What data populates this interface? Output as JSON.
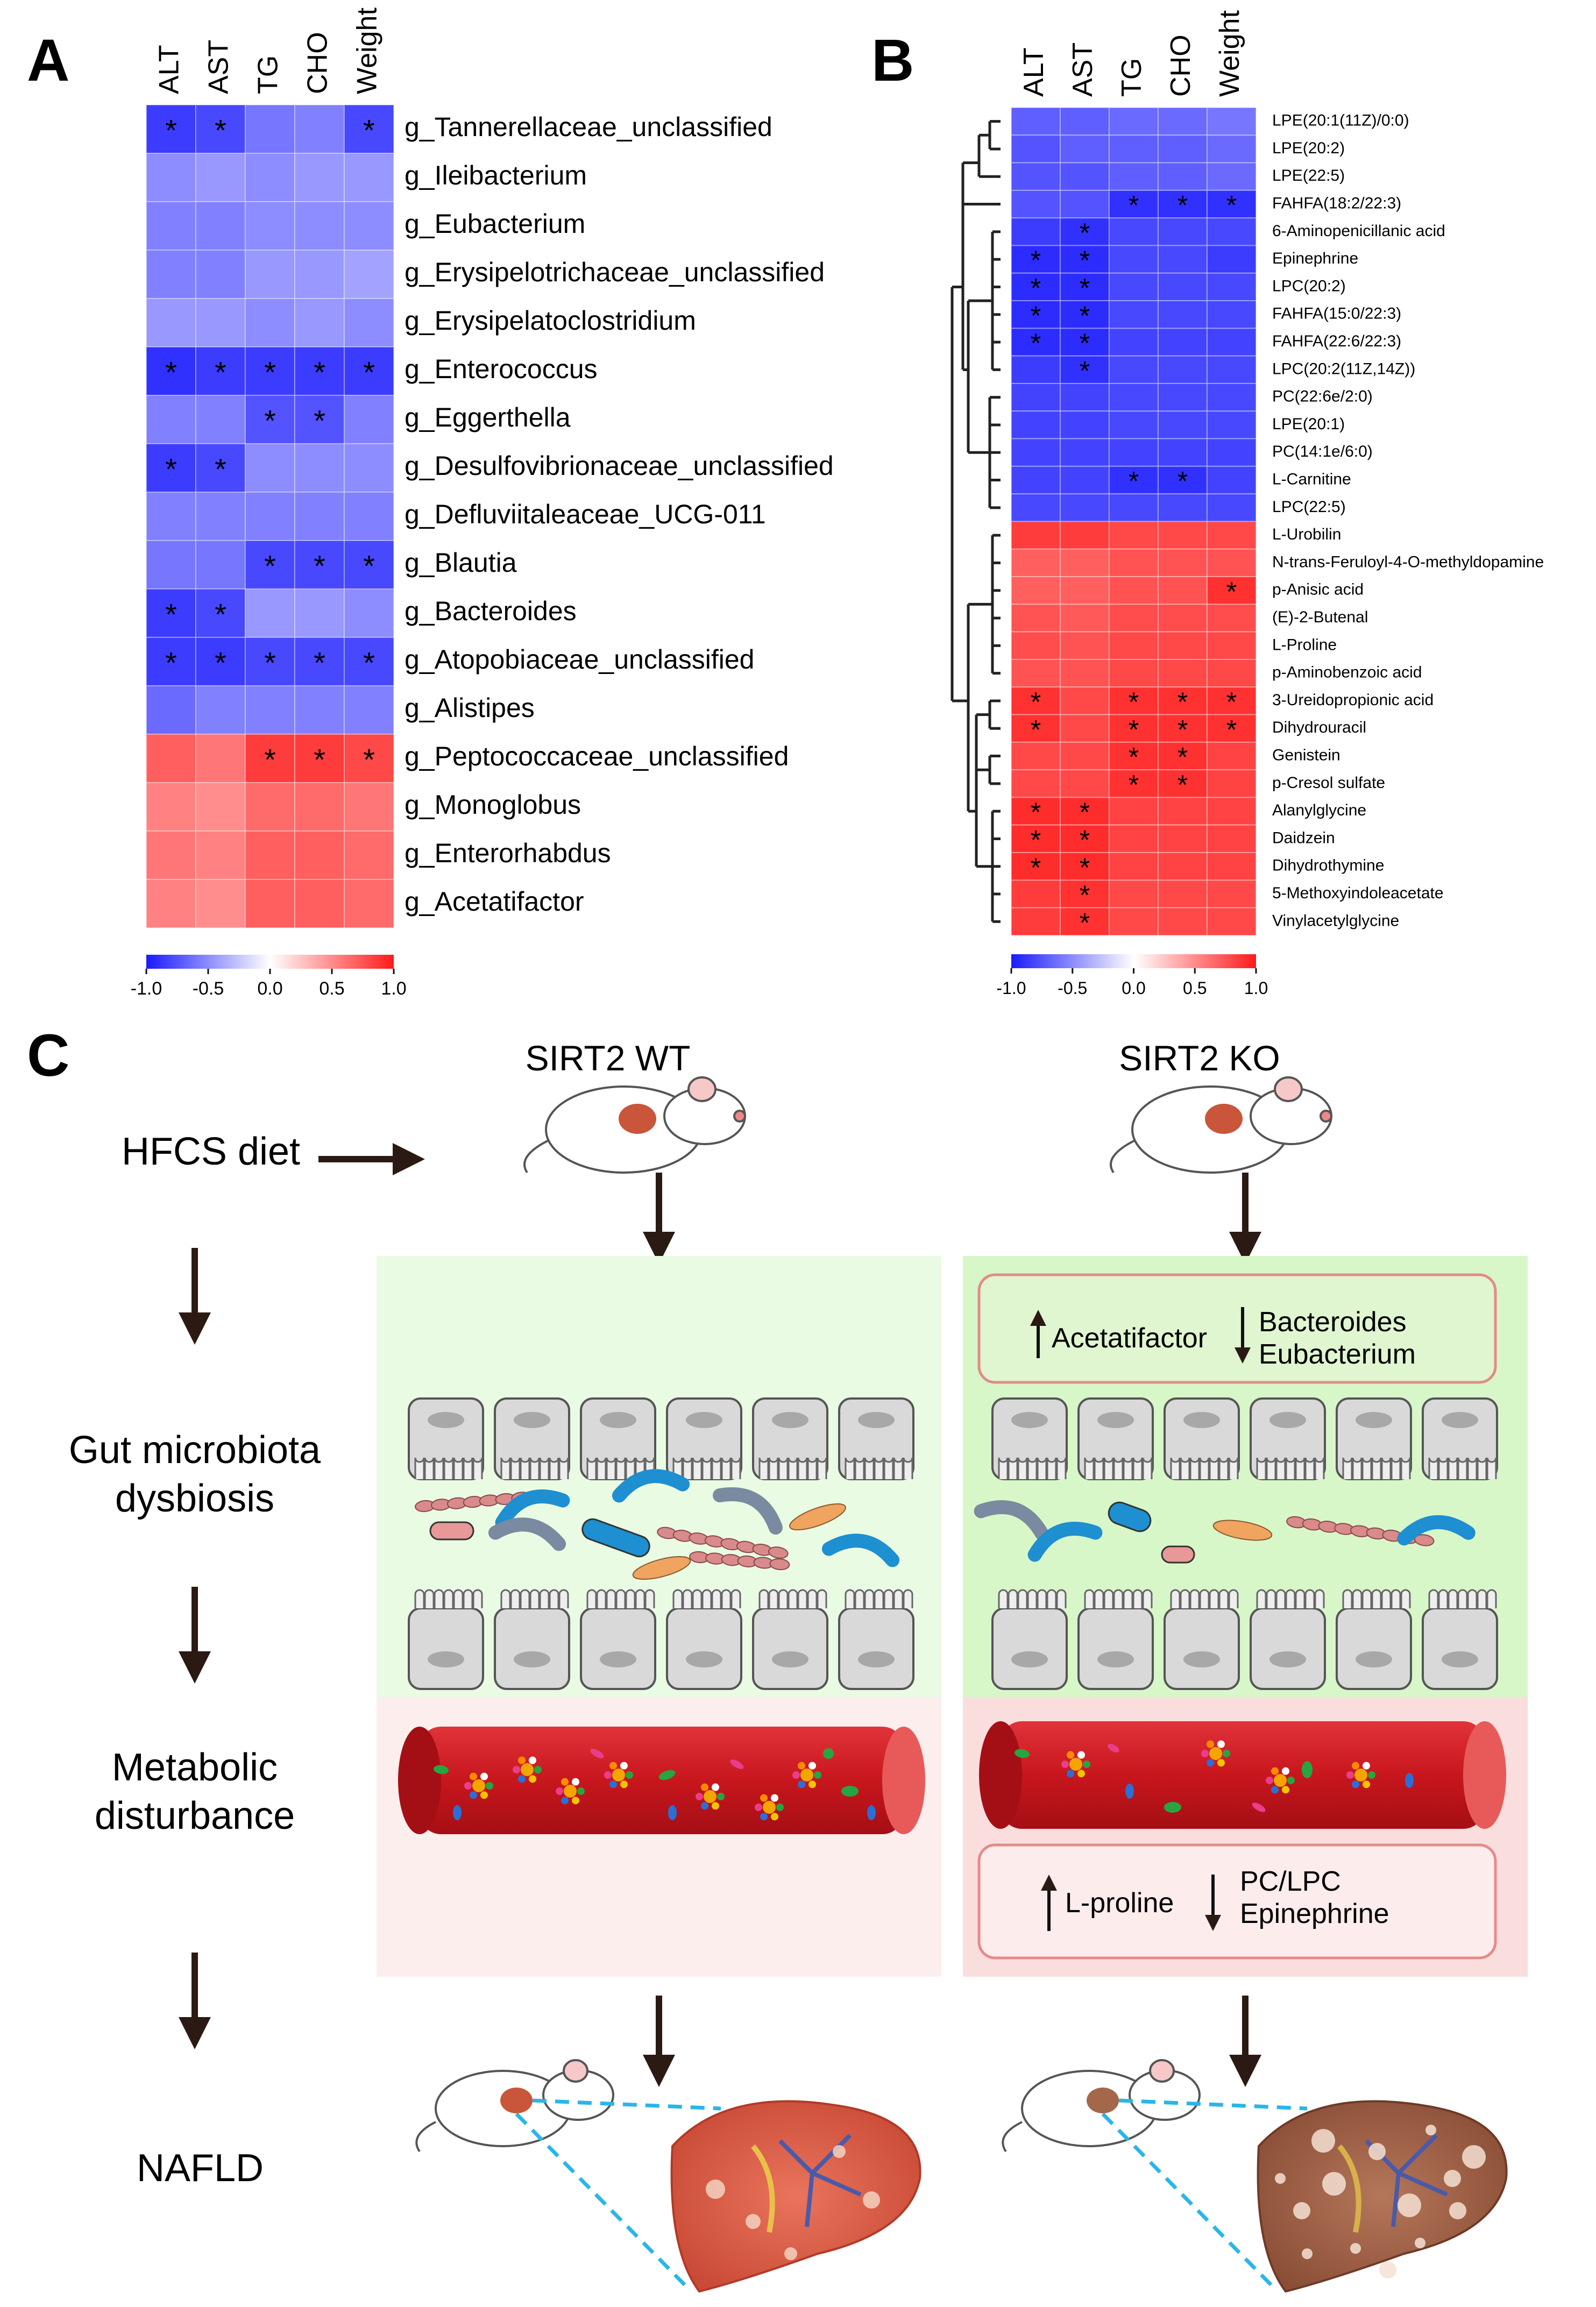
{
  "panels": {
    "A": {
      "letter": "A",
      "columns": [
        "ALT",
        "AST",
        "TG",
        "CHO",
        "Weight"
      ],
      "rows": [
        {
          "label": "g_Tannerellaceae_unclassified",
          "values": [
            -0.85,
            -0.8,
            -0.6,
            -0.55,
            -0.8
          ],
          "sig": [
            1,
            1,
            0,
            0,
            1
          ]
        },
        {
          "label": "g_Ileibacterium",
          "values": [
            -0.5,
            -0.45,
            -0.5,
            -0.45,
            -0.45
          ],
          "sig": [
            0,
            0,
            0,
            0,
            0
          ]
        },
        {
          "label": "g_Eubacterium",
          "values": [
            -0.55,
            -0.55,
            -0.5,
            -0.5,
            -0.5
          ],
          "sig": [
            0,
            0,
            0,
            0,
            0
          ]
        },
        {
          "label": "g_Erysipelotrichaceae_unclassified",
          "values": [
            -0.55,
            -0.55,
            -0.45,
            -0.45,
            -0.4
          ],
          "sig": [
            0,
            0,
            0,
            0,
            0
          ]
        },
        {
          "label": "g_Erysipelatoclostridium",
          "values": [
            -0.45,
            -0.45,
            -0.5,
            -0.45,
            -0.5
          ],
          "sig": [
            0,
            0,
            0,
            0,
            0
          ]
        },
        {
          "label": "g_Enterococcus",
          "values": [
            -0.9,
            -0.85,
            -0.85,
            -0.85,
            -0.85
          ],
          "sig": [
            1,
            1,
            1,
            1,
            1
          ]
        },
        {
          "label": "g_Eggerthella",
          "values": [
            -0.55,
            -0.55,
            -0.75,
            -0.75,
            -0.55
          ],
          "sig": [
            0,
            0,
            1,
            1,
            0
          ]
        },
        {
          "label": "g_Desulfovibrionaceae_unclassified",
          "values": [
            -0.85,
            -0.8,
            -0.5,
            -0.5,
            -0.5
          ],
          "sig": [
            1,
            1,
            0,
            0,
            0
          ]
        },
        {
          "label": "g_Defluviitaleaceae_UCG-011",
          "values": [
            -0.55,
            -0.55,
            -0.55,
            -0.55,
            -0.55
          ],
          "sig": [
            0,
            0,
            0,
            0,
            0
          ]
        },
        {
          "label": "g_Blautia",
          "values": [
            -0.6,
            -0.6,
            -0.8,
            -0.8,
            -0.8
          ],
          "sig": [
            0,
            0,
            1,
            1,
            1
          ]
        },
        {
          "label": "g_Bacteroides",
          "values": [
            -0.85,
            -0.8,
            -0.45,
            -0.45,
            -0.5
          ],
          "sig": [
            1,
            1,
            0,
            0,
            0
          ]
        },
        {
          "label": "g_Atopobiaceae_unclassified",
          "values": [
            -0.85,
            -0.85,
            -0.8,
            -0.8,
            -0.8
          ],
          "sig": [
            1,
            1,
            1,
            1,
            1
          ]
        },
        {
          "label": "g_Alistipes",
          "values": [
            -0.65,
            -0.55,
            -0.55,
            -0.55,
            -0.55
          ],
          "sig": [
            0,
            0,
            0,
            0,
            0
          ]
        },
        {
          "label": "g_Peptococcaceae_unclassified",
          "values": [
            0.7,
            0.6,
            0.85,
            0.85,
            0.8
          ],
          "sig": [
            0,
            0,
            1,
            1,
            1
          ]
        },
        {
          "label": "g_Monoglobus",
          "values": [
            0.55,
            0.5,
            0.65,
            0.65,
            0.6
          ],
          "sig": [
            0,
            0,
            0,
            0,
            0
          ]
        },
        {
          "label": "g_Enterorhabdus",
          "values": [
            0.6,
            0.55,
            0.7,
            0.7,
            0.65
          ],
          "sig": [
            0,
            0,
            0,
            0,
            0
          ]
        },
        {
          "label": "g_Acetatifactor",
          "values": [
            0.55,
            0.5,
            0.7,
            0.7,
            0.65
          ],
          "sig": [
            0,
            0,
            0,
            0,
            0
          ]
        }
      ],
      "scale": {
        "ticks": [
          "-1.0",
          "-0.5",
          "0.0",
          "0.5",
          "1.0"
        ]
      }
    },
    "B": {
      "letter": "B",
      "columns": [
        "ALT",
        "AST",
        "TG",
        "CHO",
        "Weight"
      ],
      "rows": [
        {
          "label": "LPE(20:1(11Z)/0:0)",
          "values": [
            -0.7,
            -0.7,
            -0.65,
            -0.65,
            -0.6
          ],
          "sig": [
            0,
            0,
            0,
            0,
            0
          ]
        },
        {
          "label": "LPE(20:2)",
          "values": [
            -0.75,
            -0.7,
            -0.7,
            -0.7,
            -0.65
          ],
          "sig": [
            0,
            0,
            0,
            0,
            0
          ]
        },
        {
          "label": "LPE(22:5)",
          "values": [
            -0.75,
            -0.75,
            -0.7,
            -0.7,
            -0.65
          ],
          "sig": [
            0,
            0,
            0,
            0,
            0
          ]
        },
        {
          "label": "FAHFA(18:2/22:3)",
          "values": [
            -0.75,
            -0.75,
            -0.9,
            -0.9,
            -0.9
          ],
          "sig": [
            0,
            0,
            1,
            1,
            1
          ]
        },
        {
          "label": "6-Aminopenicillanic acid",
          "values": [
            -0.85,
            -0.9,
            -0.8,
            -0.8,
            -0.8
          ],
          "sig": [
            0,
            1,
            0,
            0,
            0
          ]
        },
        {
          "label": "Epinephrine",
          "values": [
            -0.92,
            -0.92,
            -0.8,
            -0.8,
            -0.85
          ],
          "sig": [
            1,
            1,
            0,
            0,
            0
          ]
        },
        {
          "label": "LPC(20:2)",
          "values": [
            -0.92,
            -0.92,
            -0.8,
            -0.8,
            -0.8
          ],
          "sig": [
            1,
            1,
            0,
            0,
            0
          ]
        },
        {
          "label": "FAHFA(15:0/22:3)",
          "values": [
            -0.92,
            -0.92,
            -0.8,
            -0.8,
            -0.8
          ],
          "sig": [
            1,
            1,
            0,
            0,
            0
          ]
        },
        {
          "label": "FAHFA(22:6/22:3)",
          "values": [
            -0.92,
            -0.92,
            -0.82,
            -0.82,
            -0.82
          ],
          "sig": [
            1,
            1,
            0,
            0,
            0
          ]
        },
        {
          "label": "LPC(20:2(11Z,14Z))",
          "values": [
            -0.85,
            -0.9,
            -0.8,
            -0.8,
            -0.8
          ],
          "sig": [
            0,
            1,
            0,
            0,
            0
          ]
        },
        {
          "label": "PC(22:6e/2:0)",
          "values": [
            -0.82,
            -0.82,
            -0.8,
            -0.8,
            -0.8
          ],
          "sig": [
            0,
            0,
            0,
            0,
            0
          ]
        },
        {
          "label": "LPE(20:1)",
          "values": [
            -0.82,
            -0.82,
            -0.8,
            -0.8,
            -0.8
          ],
          "sig": [
            0,
            0,
            0,
            0,
            0
          ]
        },
        {
          "label": "PC(14:1e/6:0)",
          "values": [
            -0.82,
            -0.82,
            -0.82,
            -0.82,
            -0.82
          ],
          "sig": [
            0,
            0,
            0,
            0,
            0
          ]
        },
        {
          "label": "L-Carnitine",
          "values": [
            -0.82,
            -0.82,
            -0.9,
            -0.9,
            -0.82
          ],
          "sig": [
            0,
            0,
            1,
            1,
            0
          ]
        },
        {
          "label": "LPC(22:5)",
          "values": [
            -0.8,
            -0.8,
            -0.8,
            -0.8,
            -0.8
          ],
          "sig": [
            0,
            0,
            0,
            0,
            0
          ]
        },
        {
          "label": "L-Urobilin",
          "values": [
            0.85,
            0.85,
            0.8,
            0.8,
            0.8
          ],
          "sig": [
            0,
            0,
            0,
            0,
            0
          ]
        },
        {
          "label": "N-trans-Feruloyl-4-O-methyldopamine",
          "values": [
            0.7,
            0.7,
            0.75,
            0.75,
            0.75
          ],
          "sig": [
            0,
            0,
            0,
            0,
            0
          ]
        },
        {
          "label": "p-Anisic acid",
          "values": [
            0.7,
            0.7,
            0.75,
            0.75,
            0.9
          ],
          "sig": [
            0,
            0,
            0,
            0,
            1
          ]
        },
        {
          "label": "(E)-2-Butenal",
          "values": [
            0.75,
            0.72,
            0.78,
            0.78,
            0.78
          ],
          "sig": [
            0,
            0,
            0,
            0,
            0
          ]
        },
        {
          "label": "L-Proline",
          "values": [
            0.78,
            0.75,
            0.8,
            0.8,
            0.8
          ],
          "sig": [
            0,
            0,
            0,
            0,
            0
          ]
        },
        {
          "label": "p-Aminobenzoic acid",
          "values": [
            0.75,
            0.75,
            0.8,
            0.8,
            0.8
          ],
          "sig": [
            0,
            0,
            0,
            0,
            0
          ]
        },
        {
          "label": "3-Ureidopropionic acid",
          "values": [
            0.9,
            0.8,
            0.9,
            0.9,
            0.9
          ],
          "sig": [
            1,
            0,
            1,
            1,
            1
          ]
        },
        {
          "label": "Dihydrouracil",
          "values": [
            0.9,
            0.8,
            0.9,
            0.9,
            0.9
          ],
          "sig": [
            1,
            0,
            1,
            1,
            1
          ]
        },
        {
          "label": "Genistein",
          "values": [
            0.8,
            0.8,
            0.9,
            0.9,
            0.82
          ],
          "sig": [
            0,
            0,
            1,
            1,
            0
          ]
        },
        {
          "label": "p-Cresol sulfate",
          "values": [
            0.8,
            0.8,
            0.9,
            0.9,
            0.82
          ],
          "sig": [
            0,
            0,
            1,
            1,
            0
          ]
        },
        {
          "label": "Alanylglycine",
          "values": [
            0.92,
            0.92,
            0.82,
            0.82,
            0.82
          ],
          "sig": [
            1,
            1,
            0,
            0,
            0
          ]
        },
        {
          "label": "Daidzein",
          "values": [
            0.92,
            0.92,
            0.82,
            0.82,
            0.82
          ],
          "sig": [
            1,
            1,
            0,
            0,
            0
          ]
        },
        {
          "label": "Dihydrothymine",
          "values": [
            0.92,
            0.92,
            0.82,
            0.82,
            0.82
          ],
          "sig": [
            1,
            1,
            0,
            0,
            0
          ]
        },
        {
          "label": "5-Methoxyindoleacetate",
          "values": [
            0.85,
            0.9,
            0.8,
            0.8,
            0.8
          ],
          "sig": [
            0,
            1,
            0,
            0,
            0
          ]
        },
        {
          "label": "Vinylacetylglycine",
          "values": [
            0.85,
            0.9,
            0.8,
            0.8,
            0.8
          ],
          "sig": [
            0,
            1,
            0,
            0,
            0
          ]
        }
      ],
      "scale": {
        "ticks": [
          "-1.0",
          "-0.5",
          "0.0",
          "0.5",
          "1.0"
        ]
      }
    },
    "C": {
      "letter": "C",
      "wt_title": "SIRT2 WT",
      "ko_title": "SIRT2 KO",
      "steps": [
        "HFCS diet",
        "Gut microbiota",
        "dysbiosis",
        "Metabolic",
        "disturbance",
        "NAFLD"
      ],
      "micro_up": "Acetatifactor",
      "micro_down_1": "Bacteroides",
      "micro_down_2": "Eubacterium",
      "metab_up": "L-proline",
      "metab_down_1": "PC/LPC",
      "metab_down_2": "Epinephrine"
    }
  },
  "colors": {
    "neg": "#1a1aff",
    "mid": "#ffffff",
    "pos": "#ff1a1a",
    "green_bg": "#eafbe3",
    "pink_bg": "#fdeeee",
    "vessel": "#c8161d",
    "arrow": "#2b1a14"
  }
}
